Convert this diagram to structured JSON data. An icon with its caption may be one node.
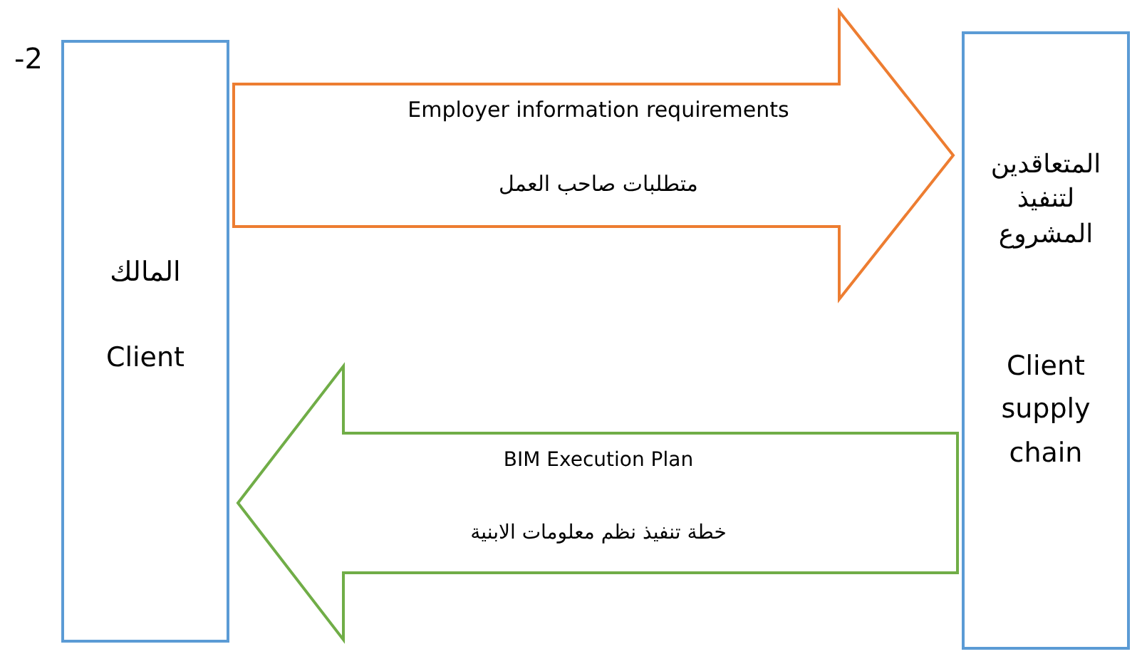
{
  "diagram": {
    "nodes": [
      {
        "text": [
          "المالك",
          "Client"
        ]
      },
      {
        "text": [
          "المتعاقدين لتنفيذ المشروع",
          "Client supply chain"
        ]
      }
    ],
    "edges": [
      {
        "from": 0,
        "to": 1,
        "arrow": "to",
        "label": "Employer information requirements",
        "color": "#ed7d31"
      },
      {
        "from": 1,
        "to": 0,
        "arrow": "to",
        "label": "BIM Execution Plan",
        "color": "#70ad47"
      }
    ],
    "labels": [
      "-2",
      "متطلبات صاحب العمل",
      "خطة تنفيذ نظم معلومات الابنية"
    ]
  }
}
